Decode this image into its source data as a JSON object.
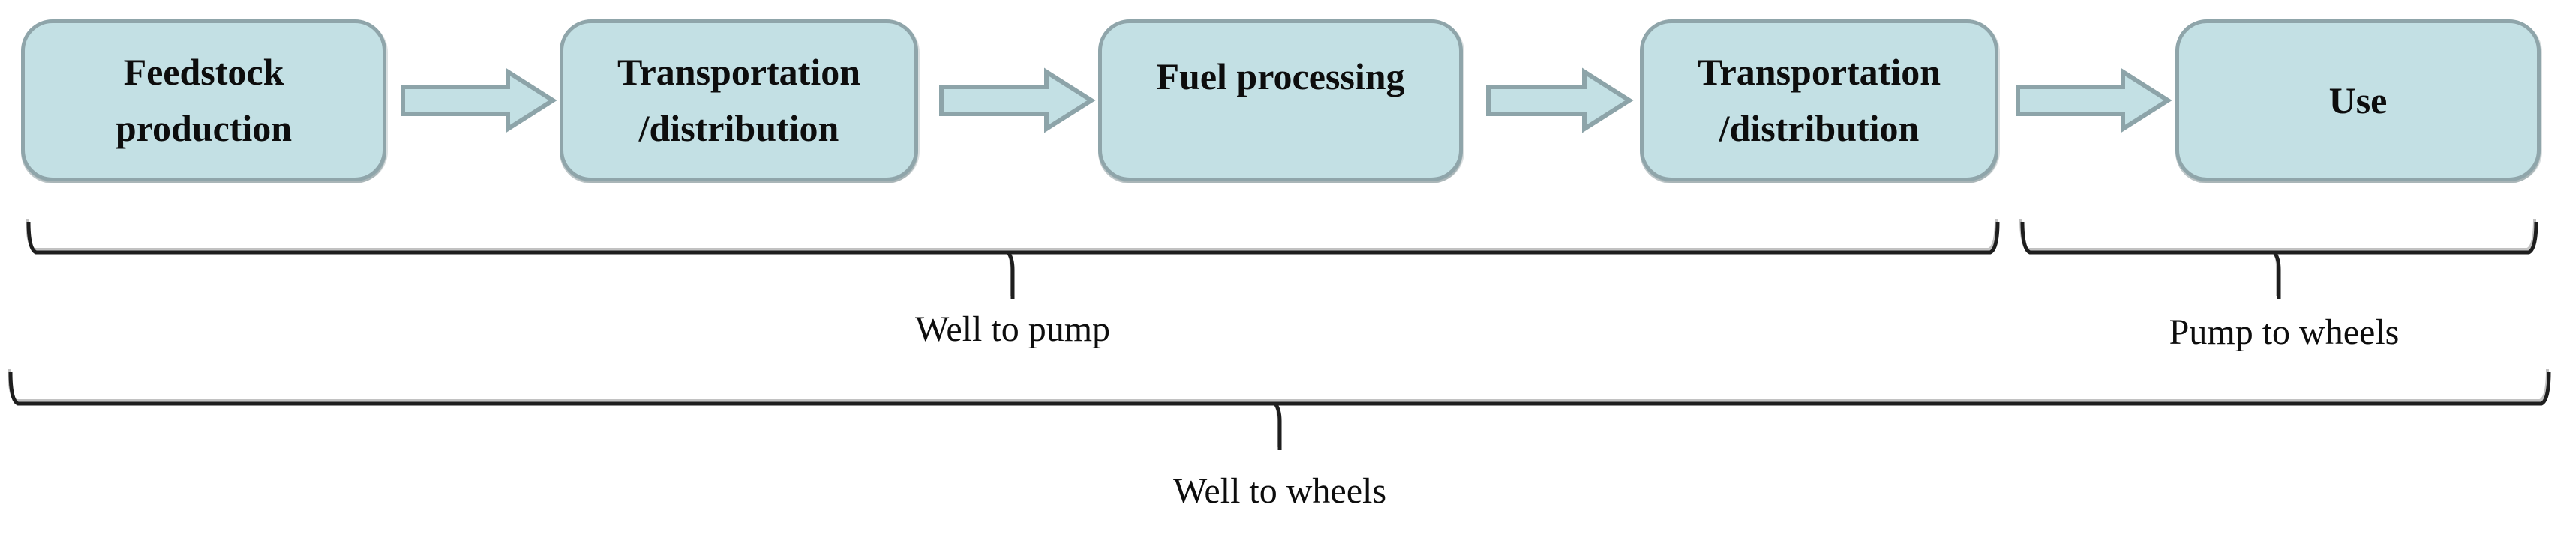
{
  "diagram": {
    "title_semantic": "Fuel lifecycle well-to-wheels flow diagram",
    "stages": [
      {
        "label": "Feedstock\nproduction"
      },
      {
        "label": "Transportation\n/distribution"
      },
      {
        "label": "Fuel processing"
      },
      {
        "label": "Transportation\n/distribution"
      },
      {
        "label": "Use"
      }
    ],
    "arrows": [
      {
        "from": "Feedstock production",
        "to": "Transportation/distribution"
      },
      {
        "from": "Transportation/distribution",
        "to": "Fuel processing"
      },
      {
        "from": "Fuel processing",
        "to": "Transportation/distribution"
      },
      {
        "from": "Transportation/distribution",
        "to": "Use"
      }
    ],
    "braces": [
      {
        "id": "well-to-pump",
        "label": "Well to pump",
        "spans": [
          "Feedstock production",
          "Transportation/distribution",
          "Fuel processing",
          "Transportation/distribution"
        ]
      },
      {
        "id": "pump-to-wheels",
        "label": "Pump to wheels",
        "spans": [
          "Use"
        ]
      },
      {
        "id": "well-to-wheels",
        "label": "Well to wheels",
        "spans": [
          "all stages"
        ]
      }
    ],
    "colors": {
      "box_fill": "#c3e0e4",
      "box_border": "#8fa5aa",
      "arrow_fill": "#c3e0e4",
      "arrow_border": "#8da4a9",
      "brace_line": "#1e1e1e",
      "text": "#0d0d0d",
      "background": "#ffffff"
    }
  }
}
